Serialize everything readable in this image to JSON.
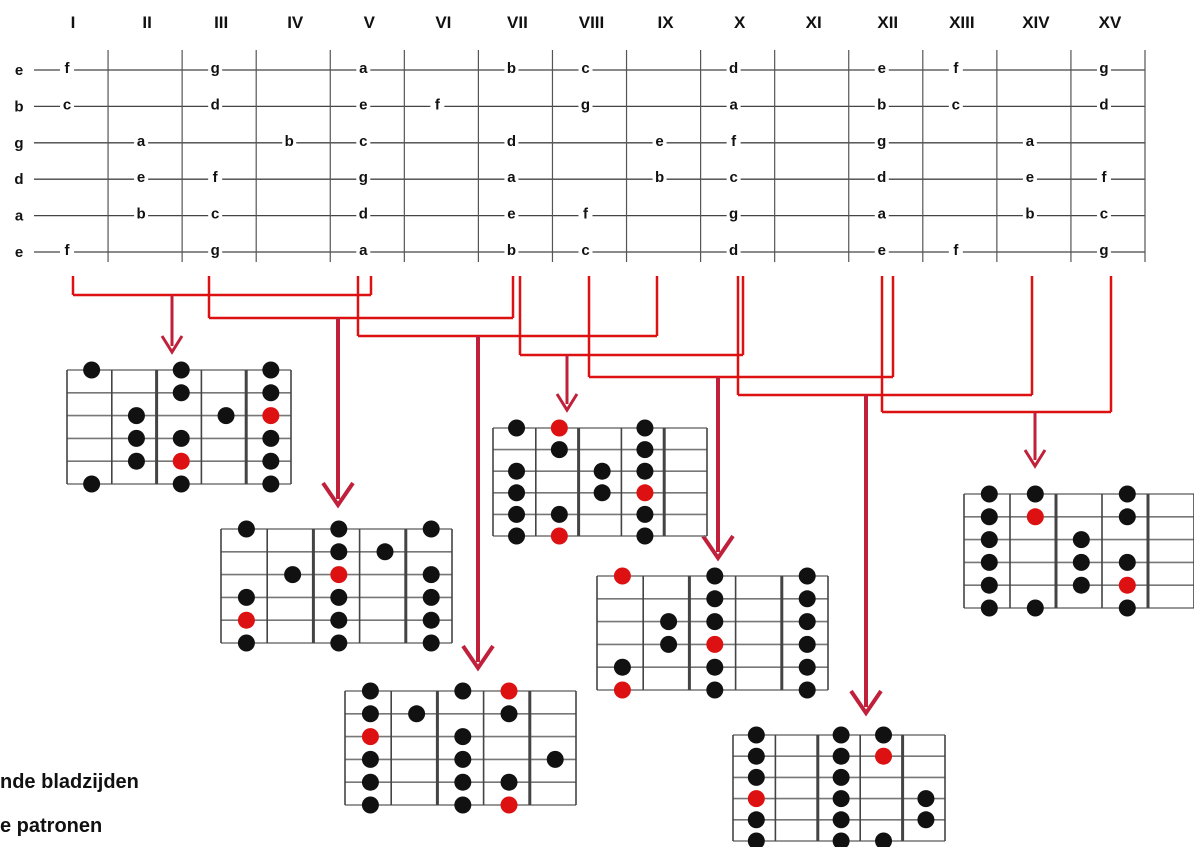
{
  "theme": {
    "ink": "#111111",
    "root_color": "#dd1111",
    "arrow_color": "#c0203a",
    "grid_color": "#777777"
  },
  "fretboard": {
    "positions": [
      "I",
      "II",
      "III",
      "IV",
      "V",
      "VI",
      "VII",
      "VIII",
      "IX",
      "X",
      "XI",
      "XII",
      "XIII",
      "XIV",
      "XV"
    ],
    "strings": [
      "e",
      "b",
      "g",
      "d",
      "a",
      "e"
    ],
    "notes": [
      [
        "f",
        "",
        "g",
        "",
        "a",
        "",
        "b",
        "c",
        "",
        "d",
        "",
        "e",
        "f",
        "",
        "g"
      ],
      [
        "c",
        "",
        "d",
        "",
        "e",
        "f",
        "",
        "g",
        "",
        "a",
        "",
        "b",
        "c",
        "",
        "d"
      ],
      [
        "",
        "a",
        "",
        "b",
        "c",
        "",
        "d",
        "",
        "e",
        "f",
        "",
        "g",
        "",
        "a",
        ""
      ],
      [
        "",
        "e",
        "f",
        "",
        "g",
        "",
        "a",
        "",
        "b",
        "c",
        "",
        "d",
        "",
        "e",
        "f"
      ],
      [
        "",
        "b",
        "c",
        "",
        "d",
        "",
        "e",
        "f",
        "",
        "g",
        "",
        "a",
        "",
        "b",
        "c"
      ],
      [
        "f",
        "",
        "g",
        "",
        "a",
        "",
        "b",
        "c",
        "",
        "d",
        "",
        "e",
        "f",
        "",
        "g"
      ]
    ]
  },
  "caption": {
    "line1": "nde bladzijden",
    "line2": "e patronen"
  },
  "boxes": [
    {
      "frets": 4,
      "dots": [
        [
          0,
          0
        ],
        [
          0,
          2
        ],
        [
          0,
          4
        ],
        [
          1,
          2
        ],
        [
          1,
          4
        ],
        [
          2,
          1
        ],
        [
          2,
          3
        ],
        [
          2,
          4,
          "r"
        ],
        [
          3,
          1
        ],
        [
          3,
          2
        ],
        [
          3,
          4
        ],
        [
          4,
          1
        ],
        [
          4,
          2,
          "r"
        ],
        [
          4,
          4
        ],
        [
          5,
          0
        ],
        [
          5,
          2
        ],
        [
          5,
          4
        ]
      ]
    },
    {
      "frets": 4,
      "dots": [
        [
          0,
          0
        ],
        [
          0,
          2
        ],
        [
          0,
          4
        ],
        [
          1,
          2
        ],
        [
          1,
          3
        ],
        [
          2,
          1
        ],
        [
          2,
          2,
          "r"
        ],
        [
          2,
          4
        ],
        [
          3,
          0
        ],
        [
          3,
          2
        ],
        [
          3,
          4
        ],
        [
          4,
          0,
          "r"
        ],
        [
          4,
          2
        ],
        [
          4,
          4
        ],
        [
          5,
          0
        ],
        [
          5,
          2
        ],
        [
          5,
          4
        ]
      ]
    },
    {
      "frets": 4,
      "dots": [
        [
          0,
          0
        ],
        [
          0,
          2
        ],
        [
          0,
          3,
          "r"
        ],
        [
          1,
          0
        ],
        [
          1,
          1
        ],
        [
          1,
          3
        ],
        [
          2,
          0,
          "r"
        ],
        [
          2,
          2
        ],
        [
          3,
          0
        ],
        [
          3,
          2
        ],
        [
          3,
          4
        ],
        [
          4,
          0
        ],
        [
          4,
          2
        ],
        [
          4,
          3
        ],
        [
          5,
          0
        ],
        [
          5,
          2
        ],
        [
          5,
          3,
          "r"
        ]
      ]
    },
    {
      "frets": 4,
      "dots": [
        [
          0,
          0
        ],
        [
          0,
          1,
          "r"
        ],
        [
          0,
          3
        ],
        [
          1,
          1
        ],
        [
          1,
          3
        ],
        [
          2,
          0
        ],
        [
          2,
          2
        ],
        [
          2,
          3
        ],
        [
          3,
          0
        ],
        [
          3,
          2
        ],
        [
          3,
          3,
          "r"
        ],
        [
          4,
          0
        ],
        [
          4,
          1
        ],
        [
          4,
          3
        ],
        [
          5,
          0
        ],
        [
          5,
          1,
          "r"
        ],
        [
          5,
          3
        ]
      ]
    },
    {
      "frets": 4,
      "dots": [
        [
          0,
          0,
          "r"
        ],
        [
          0,
          2
        ],
        [
          0,
          4
        ],
        [
          1,
          2
        ],
        [
          1,
          4
        ],
        [
          2,
          1
        ],
        [
          2,
          2
        ],
        [
          2,
          4
        ],
        [
          3,
          1
        ],
        [
          3,
          2,
          "r"
        ],
        [
          3,
          4
        ],
        [
          4,
          0
        ],
        [
          4,
          2
        ],
        [
          4,
          4
        ],
        [
          5,
          0,
          "r"
        ],
        [
          5,
          2
        ],
        [
          5,
          4
        ]
      ]
    },
    {
      "frets": 4,
      "dots": [
        [
          0,
          0
        ],
        [
          0,
          2
        ],
        [
          0,
          3
        ],
        [
          1,
          0
        ],
        [
          1,
          2
        ],
        [
          1,
          3,
          "r"
        ],
        [
          2,
          0
        ],
        [
          2,
          2
        ],
        [
          3,
          0,
          "r"
        ],
        [
          3,
          2
        ],
        [
          3,
          4
        ],
        [
          4,
          0
        ],
        [
          4,
          2
        ],
        [
          4,
          4
        ],
        [
          5,
          0
        ],
        [
          5,
          2
        ],
        [
          5,
          3
        ]
      ]
    },
    {
      "frets": 4,
      "dots": [
        [
          0,
          0
        ],
        [
          0,
          1
        ],
        [
          0,
          3
        ],
        [
          1,
          0
        ],
        [
          1,
          1,
          "r"
        ],
        [
          1,
          3
        ],
        [
          2,
          0
        ],
        [
          2,
          2
        ],
        [
          3,
          0
        ],
        [
          3,
          2
        ],
        [
          3,
          3
        ],
        [
          4,
          0
        ],
        [
          4,
          2
        ],
        [
          4,
          3,
          "r"
        ],
        [
          5,
          0
        ],
        [
          5,
          1
        ],
        [
          5,
          3
        ]
      ]
    }
  ]
}
